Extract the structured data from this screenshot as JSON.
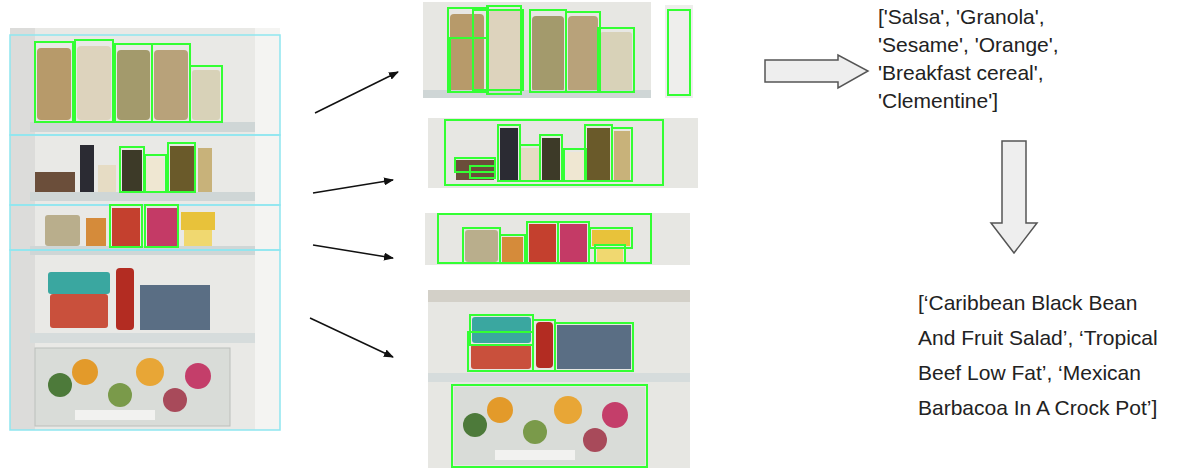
{
  "diagram": {
    "nodes": [
      {
        "text": [
          "['Salsa', 'Granola', 'Sesame', 'Orange', 'Breakfast cereal', 'Clementine']"
        ]
      },
      {
        "text": [
          "[‘Caribbean Black Bean And Fruit Salad’, ‘Tropical Beef Low Fat’, ‘Mexican Barbacoa In A Crock Pot’]"
        ]
      }
    ],
    "edges": [
      {
        "from": 0,
        "to": 1,
        "arrow": "to"
      }
    ]
  }
}
